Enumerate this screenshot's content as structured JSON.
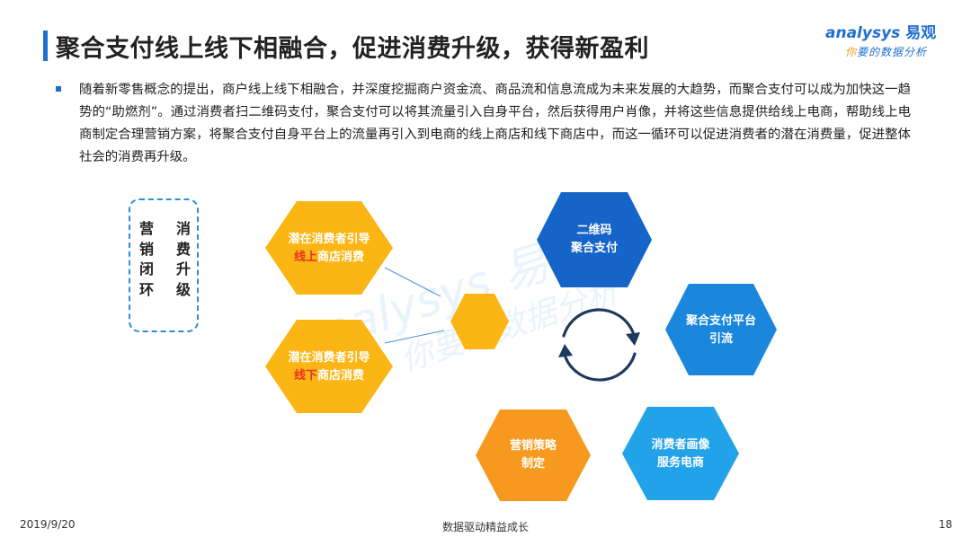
{
  "header": {
    "title": "聚合支付线上线下相融合，促进消费升级，获得新盈利",
    "logo_brand": "nalysys",
    "logo_brand_prefix": "a",
    "logo_cn": "易观",
    "logo_slogan_first": "你",
    "logo_slogan_rest": "要的数据分析"
  },
  "body": {
    "paragraph": "随着新零售概念的提出，商户线上线下相融合，并深度挖掘商户资金流、商品流和信息流成为未来发展的大趋势，而聚合支付可以成为加快这一趋势的“助燃剂”。通过消费者扫二维码支付，聚合支付可以将其流量引入自身平台，然后获得用户肖像，并将这些信息提供给线上电商，帮助线上电商制定合理营销方案，将聚合支付自身平台上的流量再引入到电商的线上商店和线下商店中，而这一循环可以促进消费者的潜在消费量，促进整体社会的消费再升级。"
  },
  "diagram": {
    "box_left": "营销闭环",
    "box_right": "消费升级",
    "hex_online_line1": "潜在消费者引导",
    "hex_online_hl": "线上",
    "hex_online_rest": "商店消费",
    "hex_offline_line1": "潜在消费者引导",
    "hex_offline_hl": "线下",
    "hex_offline_rest": "商店消费",
    "hex_qr_line1": "二维码",
    "hex_qr_line2": "聚合支付",
    "hex_platform_line1": "聚合支付平台",
    "hex_platform_line2": "引流",
    "hex_portrait_line1": "消费者画像",
    "hex_portrait_line2": "服务电商",
    "hex_marketing_line1": "营销策略",
    "hex_marketing_line2": "制定",
    "colors": {
      "orange": "#fbb615",
      "orange_dark": "#f7991e",
      "blue_dark": "#1565c8",
      "blue_mid": "#1b87dc",
      "blue_light": "#22a2e8",
      "highlight_red": "#e8321f",
      "arrow": "#1d3a5c"
    },
    "watermark_text": "nalysys 易观 你要的数据分析"
  },
  "footer": {
    "date": "2019/9/20",
    "center": "数据驱动精益成长",
    "page": "18"
  }
}
